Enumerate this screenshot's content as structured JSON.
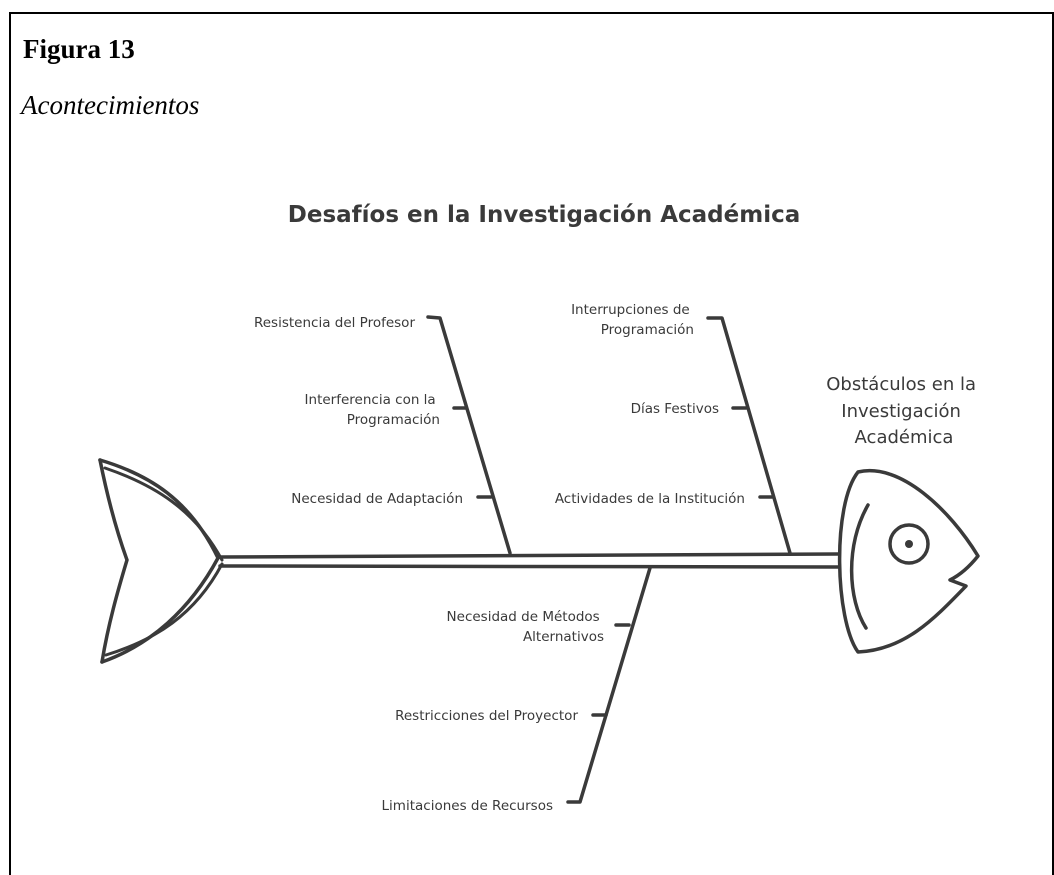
{
  "figure": {
    "number": "Figura 13",
    "caption": "Acontecimientos"
  },
  "diagram": {
    "type": "fishbone",
    "title": "Desafíos en la Investigación Académica",
    "head_label": [
      "Obstáculos en la",
      "Investigación",
      "Académica"
    ],
    "top_left_causes": [
      [
        "Resistencia del Profesor"
      ],
      [
        "Interferencia con la",
        "Programación"
      ],
      [
        "Necesidad de Adaptación"
      ]
    ],
    "top_right_causes": [
      [
        "Interrupciones de",
        "Programación"
      ],
      [
        "Días Festivos"
      ],
      [
        "Actividades de la Institución"
      ]
    ],
    "bottom_causes": [
      [
        "Necesidad de Métodos",
        "Alternativos"
      ],
      [
        "Restricciones del Proyector"
      ],
      [
        "Limitaciones de Recursos"
      ]
    ]
  }
}
